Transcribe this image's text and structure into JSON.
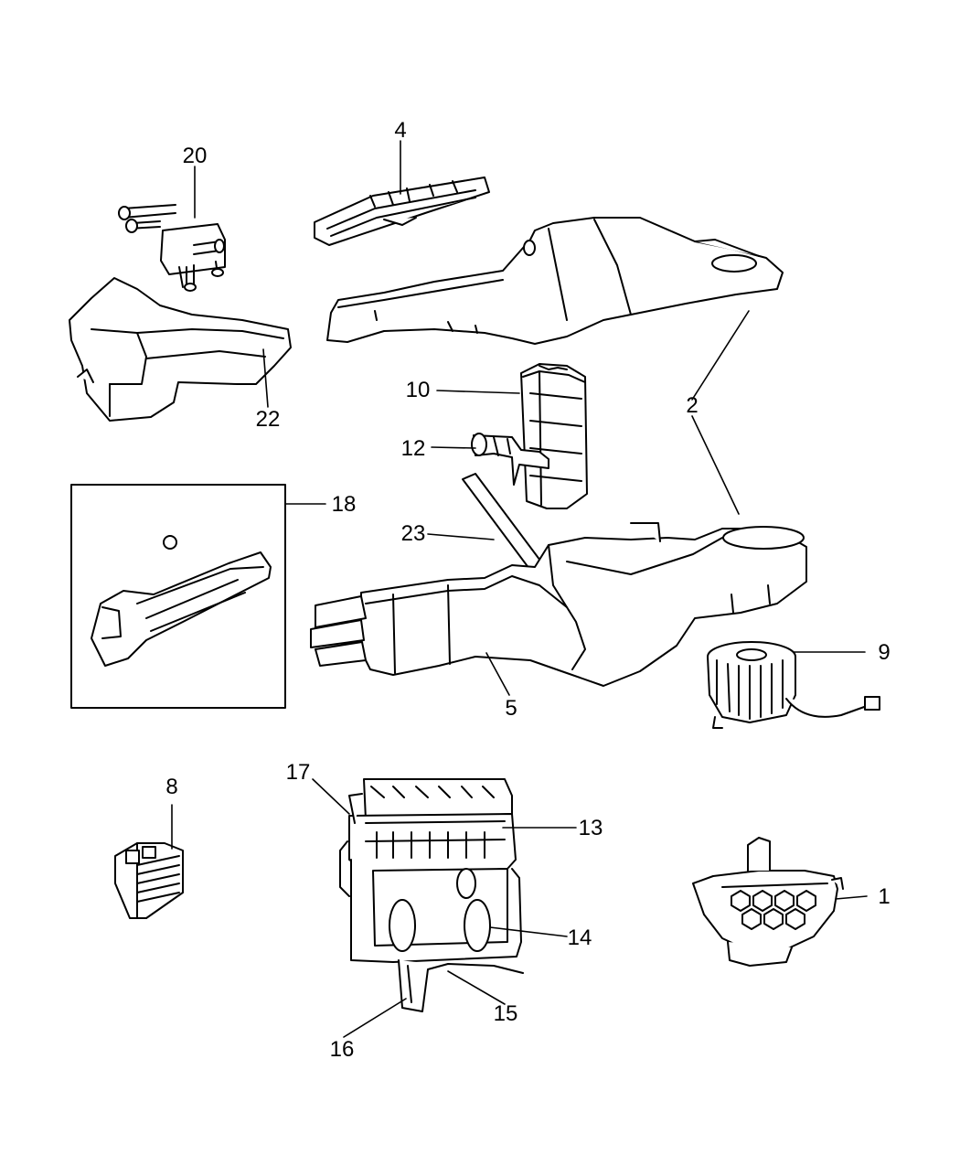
{
  "colors": {
    "line": "#000000",
    "background": "#ffffff",
    "part_fill": "#ffffff"
  },
  "callouts": {
    "c1": "1",
    "c2": "2",
    "c4": "4",
    "c5": "5",
    "c8": "8",
    "c9": "9",
    "c10": "10",
    "c12": "12",
    "c13": "13",
    "c14": "14",
    "c15": "15",
    "c16": "16",
    "c17": "17",
    "c18": "18",
    "c20": "20",
    "c22": "22",
    "c23": "23"
  }
}
